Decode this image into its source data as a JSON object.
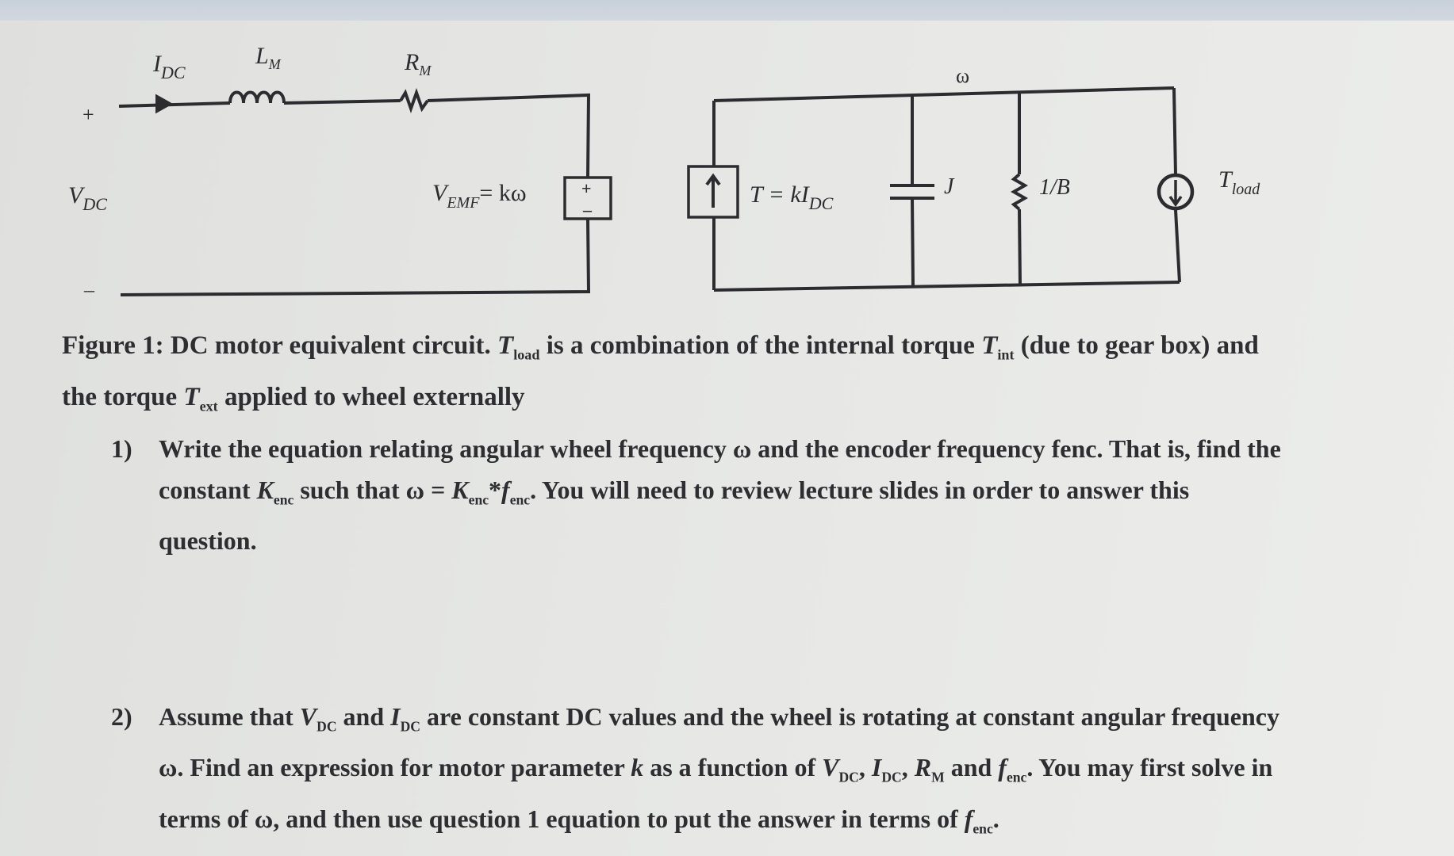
{
  "circuit": {
    "labels": {
      "i_dc": "I",
      "i_dc_sub": "DC",
      "l_m": "L",
      "l_m_sub": "M",
      "r_m": "R",
      "r_m_sub": "M",
      "plus": "+",
      "minus": "–",
      "v_dc": "V",
      "v_dc_sub": "DC",
      "v_emf": "V",
      "v_emf_sub": "EMF",
      "v_emf_eq": "= kω",
      "omega": "ω",
      "torque": "T = kI",
      "torque_sub": "DC",
      "j": "J",
      "inv_b": "1/B",
      "t_load": "T",
      "t_load_sub": "load",
      "src_plus": "+",
      "src_minus": "–"
    }
  },
  "caption": {
    "part1": "Figure 1: DC motor equivalent circuit. ",
    "t_load": "T",
    "t_load_sub": "load",
    "part2": " is a combination of the internal torque ",
    "t_int": "T",
    "t_int_sub": "int",
    "part3": " (due to gear box) and the torque ",
    "t_ext": "T",
    "t_ext_sub": "ext",
    "part4": " applied to wheel externally"
  },
  "question1": {
    "number": "1)",
    "part1": "Write the equation relating angular wheel frequency ω and the encoder frequency fenc. That is, find the constant ",
    "k_enc": "K",
    "k_enc_sub": "enc",
    "part2": " such that ω = ",
    "k_enc2": "K",
    "k_enc2_sub": "enc",
    "star": "*",
    "f_enc": "f",
    "f_enc_sub": "enc",
    "part3": ". You will need to review lecture slides in order to answer this question."
  },
  "question2": {
    "number": "2)",
    "part1": "Assume that ",
    "v_dc": "V",
    "v_dc_sub": "DC",
    "part2": " and ",
    "i_dc": "I",
    "i_dc_sub": "DC",
    "part3": " are constant DC values and the wheel is rotating at constant angular frequency ω. Find an expression for motor parameter ",
    "k": "k",
    "part4": " as a function of ",
    "v_dc2": "V",
    "v_dc2_sub": "DC",
    "sep1": ", ",
    "i_dc2": "I",
    "i_dc2_sub": "DC",
    "sep2": ", ",
    "r_m": "R",
    "r_m_sub": "M",
    "part5": " and ",
    "f_enc": "f",
    "f_enc_sub": "enc",
    "part6": ". You may first solve in terms of ω, and then use question 1 equation to put the answer in terms of ",
    "f_enc2": "f",
    "f_enc2_sub": "enc",
    "part7": "."
  }
}
